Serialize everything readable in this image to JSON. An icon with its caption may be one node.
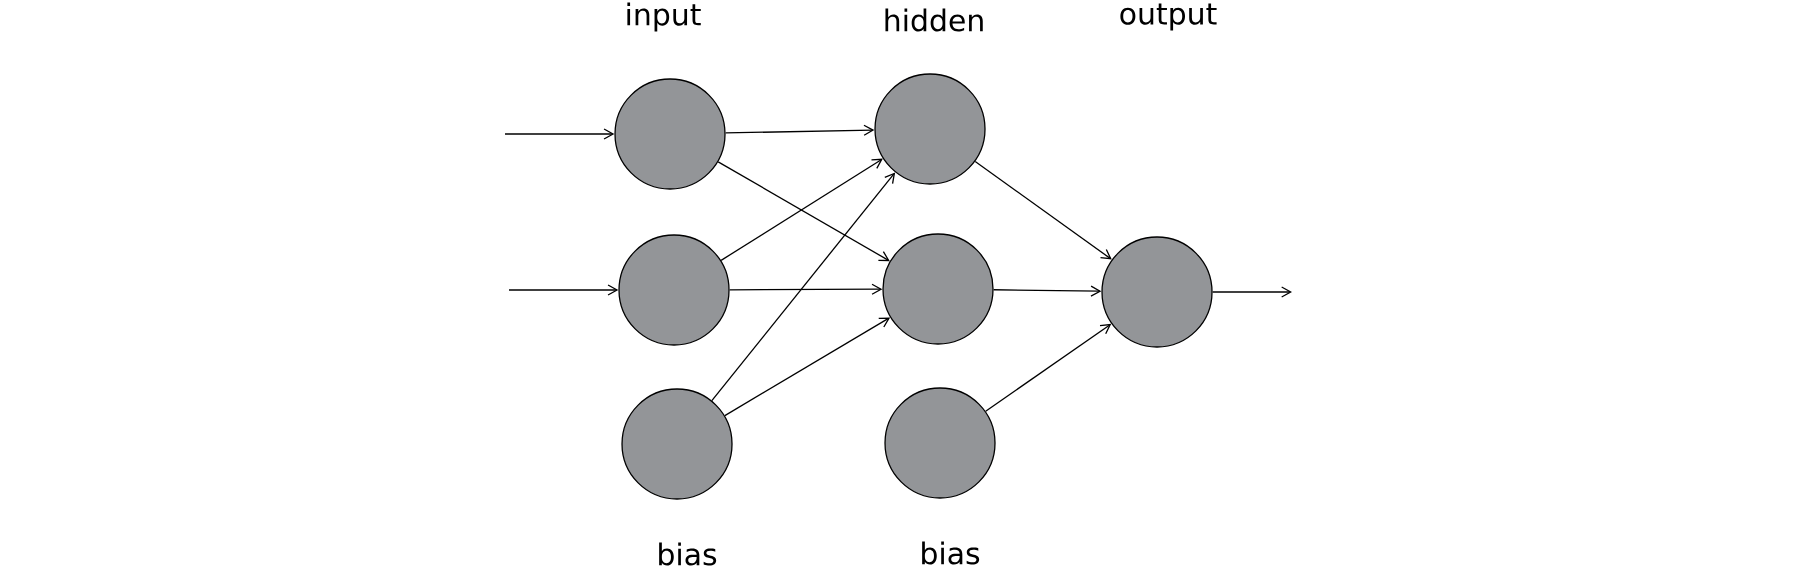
{
  "diagram": {
    "nodes": [
      {
        "text": [],
        "shape": "circle"
      },
      {
        "text": [],
        "shape": "circle"
      },
      {
        "text": [],
        "shape": "circle",
        "beside": [
          "bias"
        ]
      },
      {
        "text": [],
        "shape": "circle"
      },
      {
        "text": [],
        "shape": "circle"
      },
      {
        "text": [],
        "shape": "circle",
        "beside": [
          "bias"
        ]
      },
      {
        "text": [],
        "shape": "circle"
      }
    ],
    "edges": [
      {
        "from": null,
        "to": 0,
        "arrow": "to"
      },
      {
        "from": null,
        "to": 1,
        "arrow": "to"
      },
      {
        "from": 0,
        "to": 3,
        "arrow": "to"
      },
      {
        "from": 0,
        "to": 4,
        "arrow": "to"
      },
      {
        "from": 1,
        "to": 3,
        "arrow": "to"
      },
      {
        "from": 1,
        "to": 4,
        "arrow": "to"
      },
      {
        "from": 2,
        "to": 3,
        "arrow": "to"
      },
      {
        "from": 2,
        "to": 4,
        "arrow": "to"
      },
      {
        "from": 3,
        "to": 6,
        "arrow": "to"
      },
      {
        "from": 4,
        "to": 6,
        "arrow": "to"
      },
      {
        "from": 5,
        "to": 6,
        "arrow": "to"
      },
      {
        "from": 6,
        "to": null,
        "arrow": "to"
      }
    ],
    "labels": [
      "input",
      "hidden",
      "output"
    ]
  }
}
